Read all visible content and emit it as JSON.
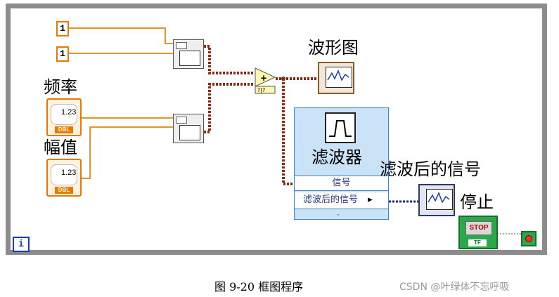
{
  "diagram": {
    "constants": {
      "const1": "1",
      "const2": "1"
    },
    "labels": {
      "frequency": "频率",
      "amplitude": "幅值",
      "waveform_graph": "波形图",
      "filter": "滤波器",
      "filtered_signal": "滤波后的信号",
      "stop": "停止"
    },
    "controls": {
      "frequency_value": "1.23",
      "frequency_type": "DBL",
      "amplitude_value": "1.23",
      "amplitude_type": "DBL"
    },
    "add_node": {
      "symbol": "+",
      "inputs": "?|?"
    },
    "filter_terminals": {
      "signal": "信号",
      "filtered_signal": "滤波后的信号",
      "arrow": "▸"
    },
    "stop_button": {
      "text": "STOP",
      "type": "TF"
    },
    "iteration": "i",
    "colors": {
      "wire_orange": "#e8942a",
      "wire_brown": "#8a2a10",
      "wire_blue": "#1a2a8a",
      "loop_border": "#8c8c8c"
    }
  },
  "caption": "图 9-20 框图程序",
  "watermark": "CSDN @叶绿体不忘呼吸"
}
